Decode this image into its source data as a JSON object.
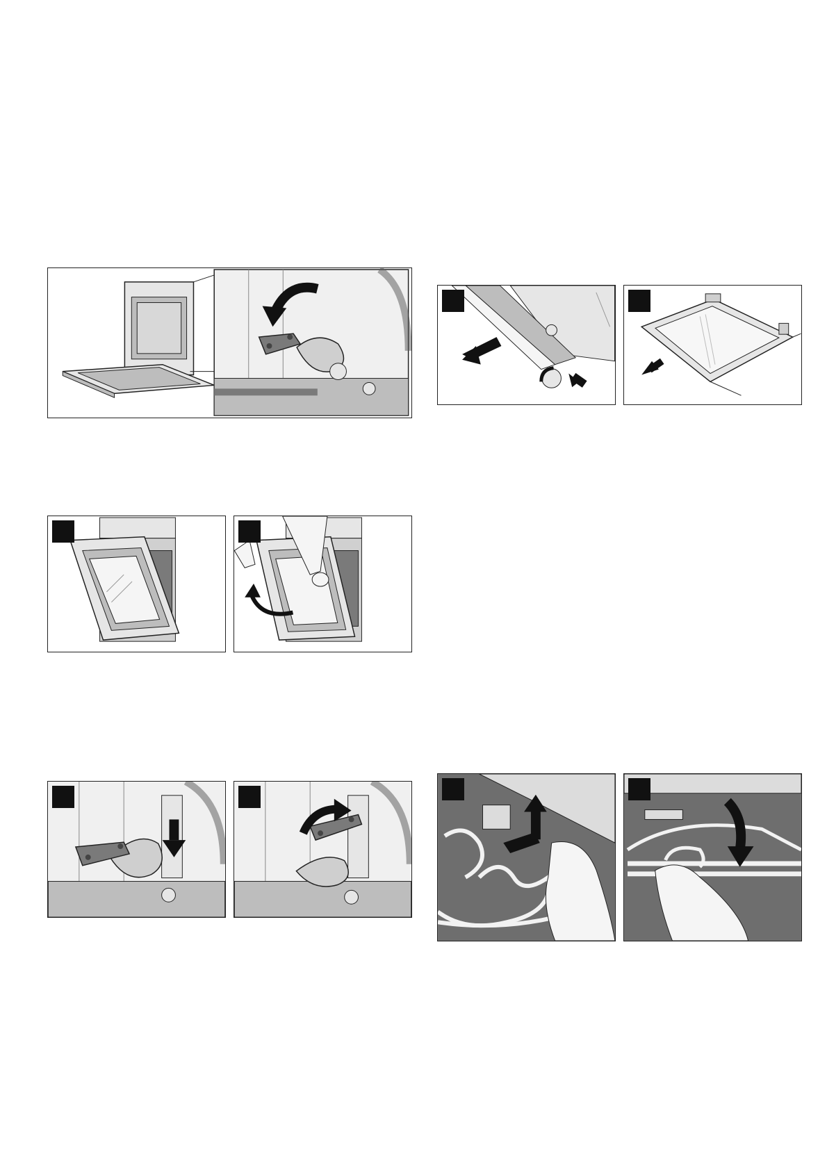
{
  "page": {
    "colors": {
      "outline": "#222222",
      "panel_fill": "#ffffff",
      "light_gray": "#e6e6e6",
      "mid_gray": "#bdbdbd",
      "dark_gray": "#7a7a7a",
      "heater_bg": "#6e6e6e",
      "arrow": "#111111"
    }
  },
  "figures": [
    {
      "id": "door-hinge-overview",
      "icon": "oven-door-hinge-icon"
    },
    {
      "id": "door-tilt",
      "icon": "oven-door-tilt-icon"
    },
    {
      "id": "door-lift-off",
      "icon": "oven-door-lift-icon"
    },
    {
      "id": "hinge-lock-down",
      "icon": "hinge-lever-down-icon"
    },
    {
      "id": "hinge-lock-up",
      "icon": "hinge-lever-up-icon"
    },
    {
      "id": "door-glass-screw",
      "icon": "door-glass-screw-icon"
    },
    {
      "id": "door-glass-remove",
      "icon": "door-glass-remove-icon"
    },
    {
      "id": "heater-unclip",
      "icon": "grill-heater-unclip-icon"
    },
    {
      "id": "heater-lower",
      "icon": "grill-heater-lower-icon"
    }
  ]
}
